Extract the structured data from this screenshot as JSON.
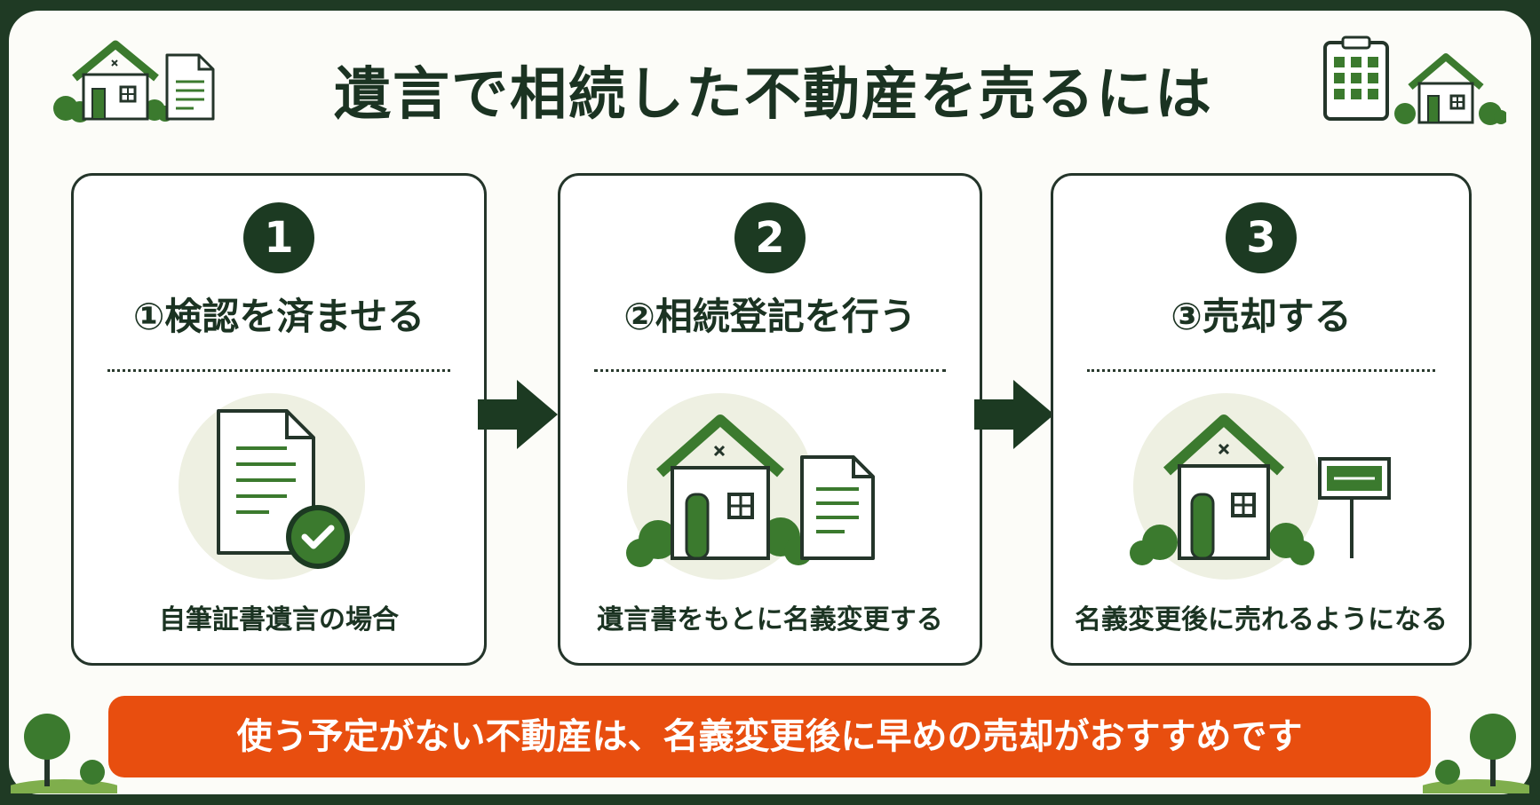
{
  "title": "遺言で相続した不動産を売るには",
  "steps": [
    {
      "number": "1",
      "title": "①検認を済ませる",
      "caption": "自筆証書遺言の場合"
    },
    {
      "number": "2",
      "title": "②相続登記を行う",
      "caption": "遺言書をもとに名義変更する"
    },
    {
      "number": "3",
      "title": "③売却する",
      "caption": "名義変更後に売れるようになる"
    }
  ],
  "banner": "使う予定がない不動産は、名義変更後に早めの売却がおすすめです",
  "colors": {
    "dark_green": "#1c3a22",
    "mid_green": "#3b7a2e",
    "light_circle": "#eef0e2",
    "orange": "#e84e0f"
  },
  "icons": [
    "house-icon",
    "document-icon",
    "calendar-icon",
    "tree-icon",
    "document-check-icon",
    "sign-board-icon",
    "arrow-right-icon"
  ]
}
